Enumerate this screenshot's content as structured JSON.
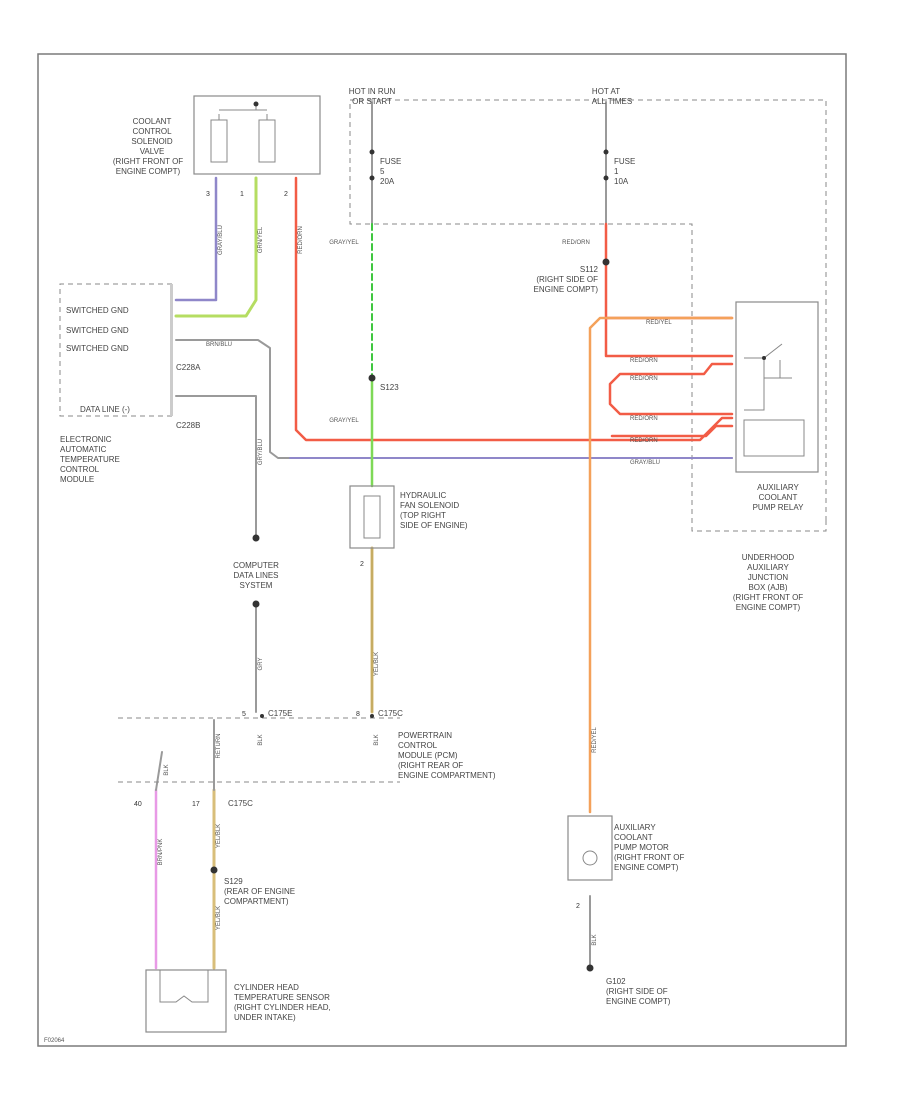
{
  "colors": {
    "gray": "#9a9a9a",
    "green": "#7ed957",
    "green_dash": "#3fc73f",
    "red": "#f25c46",
    "orange": "#f4a15a",
    "violet": "#8f87c9",
    "tan": "#d8be7a",
    "pink": "#e89ae6",
    "yellow_green": "#b5dd62"
  },
  "labels": {
    "hot_in_run_top": "HOT IN RUN",
    "hot_in_run_bottom": "OR START",
    "hot_at_all_top": "HOT AT",
    "hot_at_all_bottom": "ALL TIMES",
    "fuse5": [
      "FUSE",
      "5",
      "20A"
    ],
    "fuse1": [
      "FUSE",
      "1",
      "10A"
    ],
    "valve": [
      "COOLANT",
      "CONTROL",
      "SOLENOID",
      "VALVE",
      "(RIGHT FRONT OF",
      "ENGINE COMPT)"
    ],
    "etc_module": [
      "ELECTRONIC",
      "AUTOMATIC",
      "TEMPERATURE",
      "CONTROL",
      "MODULE"
    ],
    "sw_gnd_1": "SWITCHED GND",
    "sw_gnd_2": "SWITCHED GND",
    "sw_gnd_3": "SWITCHED GND",
    "data_line": "DATA LINE (-)",
    "c228a": "C228A",
    "c228b": "C228B",
    "s112": [
      "S112",
      "(RIGHT SIDE OF",
      "ENGINE COMPT)"
    ],
    "s123": "S123",
    "fan_solenoid": [
      "HYDRAULIC",
      "FAN SOLENOID",
      "(TOP RIGHT",
      "SIDE OF ENGINE)"
    ],
    "relay": [
      "AUXILIARY",
      "COOLANT",
      "PUMP RELAY"
    ],
    "junction_box": [
      "UNDERHOOD",
      "AUXILIARY",
      "JUNCTION",
      "BOX (AJB)",
      "(RIGHT FRONT OF",
      "ENGINE COMPT)"
    ],
    "computer_data": [
      "COMPUTER",
      "DATA LINES",
      "SYSTEM"
    ],
    "c175e": "C175E",
    "c175c_top": "C175C",
    "c175c_bottom": "C175C",
    "pcm": [
      "POWERTRAIN",
      "CONTROL",
      "MODULE (PCM)",
      "(RIGHT REAR OF",
      "ENGINE COMPARTMENT)"
    ],
    "s129": [
      "S129",
      "(REAR OF ENGINE",
      "COMPARTMENT)"
    ],
    "chts": [
      "CYLINDER HEAD",
      "TEMPERATURE SENSOR",
      "(RIGHT CYLINDER HEAD,",
      "UNDER INTAKE)"
    ],
    "pump_motor": [
      "AUXILIARY",
      "COOLANT",
      "PUMP MOTOR",
      "(RIGHT FRONT OF",
      "ENGINE COMPT)"
    ],
    "g102": [
      "G102",
      "(RIGHT SIDE OF",
      "ENGINE COMPT)"
    ],
    "fig_code": "F02064"
  },
  "wires": {
    "gray_yel_1": "GRAY/YEL",
    "gray_yel_2": "GRAY/YEL",
    "red_org": "RED/ORN",
    "red_yel_1": "RED/YEL",
    "red_org_2": "RED/ORN",
    "red_org_3": "RED/ORN",
    "red_org_4": "RED/ORN",
    "red_org_5": "RED/ORN",
    "gray_blu": "GRAY/BLU",
    "brn_blu": "BRN/BLU",
    "v1": "GRAY/BLU",
    "v2": "GRN/YEL",
    "v3": "RED/ORN",
    "v4": "GRY/BLU",
    "v5": "GRY",
    "v6": "BLK",
    "v7": "YEL/BLK",
    "v8": "RETURN",
    "v9": "BLK",
    "v10": "BLK",
    "v11": "RED/YEL",
    "v12": "BRN/PNK",
    "v13": "YEL/BLK",
    "v14": "YEL/BLK",
    "v15": "BLK"
  },
  "pins": {
    "valve_3": "3",
    "valve_1": "1",
    "valve_2": "2",
    "sol_2": "2",
    "pin_5": "5",
    "pin_8": "8",
    "pin_40": "40",
    "pin_17": "17",
    "motor_2": "2"
  }
}
